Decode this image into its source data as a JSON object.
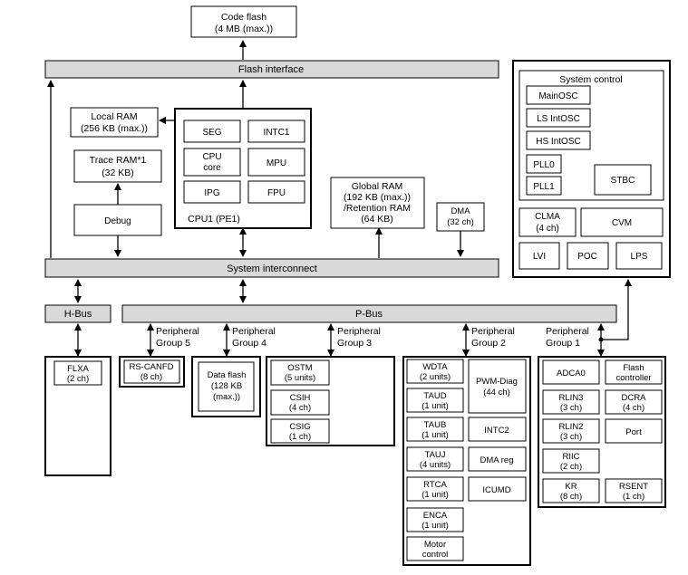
{
  "code_flash": [
    "Code flash",
    "(4 MB (max.))"
  ],
  "flash_interface": "Flash interface",
  "local_ram": [
    "Local RAM",
    "(256 KB (max.))"
  ],
  "trace_ram": [
    "Trace RAM*1",
    "(32 KB)"
  ],
  "debug": "Debug",
  "cpu": {
    "label": "CPU1 (PE1)",
    "seg": "SEG",
    "intc1": "INTC1",
    "cpu_core": [
      "CPU",
      "core"
    ],
    "mpu": "MPU",
    "ipg": "IPG",
    "fpu": "FPU"
  },
  "global_ram": [
    "Global RAM",
    "(192 KB (max.))",
    "/Retention RAM",
    "(64 KB)"
  ],
  "dma": [
    "DMA",
    "(32 ch)"
  ],
  "system_control": {
    "title": "System control",
    "mainosc": "MainOSC",
    "ls_intosc": "LS IntOSC",
    "hs_intosc": "HS IntOSC",
    "pll0": "PLL0",
    "pll1": "PLL1",
    "stbc": "STBC",
    "clma": [
      "CLMA",
      "(4 ch)"
    ],
    "cvm": "CVM",
    "lvi": "LVI",
    "poc": "POC",
    "lps": "LPS"
  },
  "system_interconnect": "System interconnect",
  "hbus": "H-Bus",
  "pbus": "P-Bus",
  "flxa": [
    "FLXA",
    "(2 ch)"
  ],
  "pg5": {
    "label": [
      "Peripheral",
      "Group 5"
    ],
    "rs_canfd": [
      "RS-CANFD",
      "(8 ch)"
    ]
  },
  "pg4": {
    "label": [
      "Peripheral",
      "Group 4"
    ],
    "data_flash": [
      "Data flash",
      "(128 KB",
      "(max.))"
    ]
  },
  "pg3": {
    "label": [
      "Peripheral",
      "Group 3"
    ],
    "ostm": [
      "OSTM",
      "(5 units)"
    ],
    "csih": [
      "CSIH",
      "(4 ch)"
    ],
    "csig": [
      "CSIG",
      "(1 ch)"
    ]
  },
  "pg2": {
    "label": [
      "Peripheral",
      "Group 2"
    ],
    "wdta": [
      "WDTA",
      "(2 units)"
    ],
    "taud": [
      "TAUD",
      "(1 unit)"
    ],
    "taub": [
      "TAUB",
      "(1 unit)"
    ],
    "tauj": [
      "TAUJ",
      "(4 units)"
    ],
    "rtca": [
      "RTCA",
      "(1 unit)"
    ],
    "enca": [
      "ENCA",
      "(1 unit)"
    ],
    "motor": [
      "Motor",
      "control"
    ],
    "pwm_diag": [
      "PWM-Diag",
      "(44 ch)"
    ],
    "intc2": "INTC2",
    "dma_reg": "DMA reg",
    "icumd": "ICUMD"
  },
  "pg1": {
    "label": [
      "Peripheral",
      "Group 1"
    ],
    "adca0": "ADCA0",
    "flash_ctrl": [
      "Flash",
      "controller"
    ],
    "rlin3": [
      "RLIN3",
      "(3 ch)"
    ],
    "dcra": [
      "DCRA",
      "(4 ch)"
    ],
    "rlin2": [
      "RLIN2",
      "(3 ch)"
    ],
    "port": "Port",
    "riic": [
      "RIIC",
      "(2 ch)"
    ],
    "kr": [
      "KR",
      "(8 ch)"
    ],
    "rsent": [
      "RSENT",
      "(1 ch)"
    ]
  }
}
